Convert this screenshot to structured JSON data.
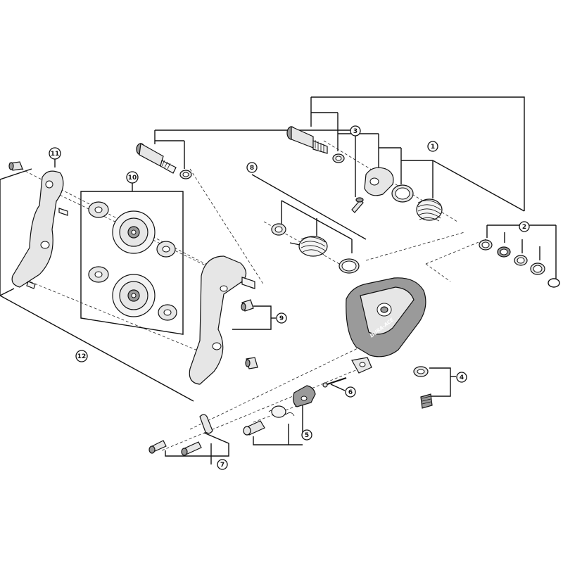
{
  "callouts": [
    {
      "id": "1",
      "label": "1"
    },
    {
      "id": "2",
      "label": "2"
    },
    {
      "id": "3",
      "label": "3"
    },
    {
      "id": "4",
      "label": "4"
    },
    {
      "id": "5",
      "label": "5"
    },
    {
      "id": "6",
      "label": "6"
    },
    {
      "id": "7",
      "label": "7"
    },
    {
      "id": "8",
      "label": "8"
    },
    {
      "id": "9",
      "label": "9"
    },
    {
      "id": "10",
      "label": "10"
    },
    {
      "id": "11",
      "label": "11"
    },
    {
      "id": "12",
      "label": "12"
    }
  ],
  "logo": {
    "text": "DURA-ACE"
  },
  "colors": {
    "line": "#111111",
    "part_fill": "#e6e6e6",
    "part_dark": "#9a9a9a",
    "background": "#ffffff"
  }
}
